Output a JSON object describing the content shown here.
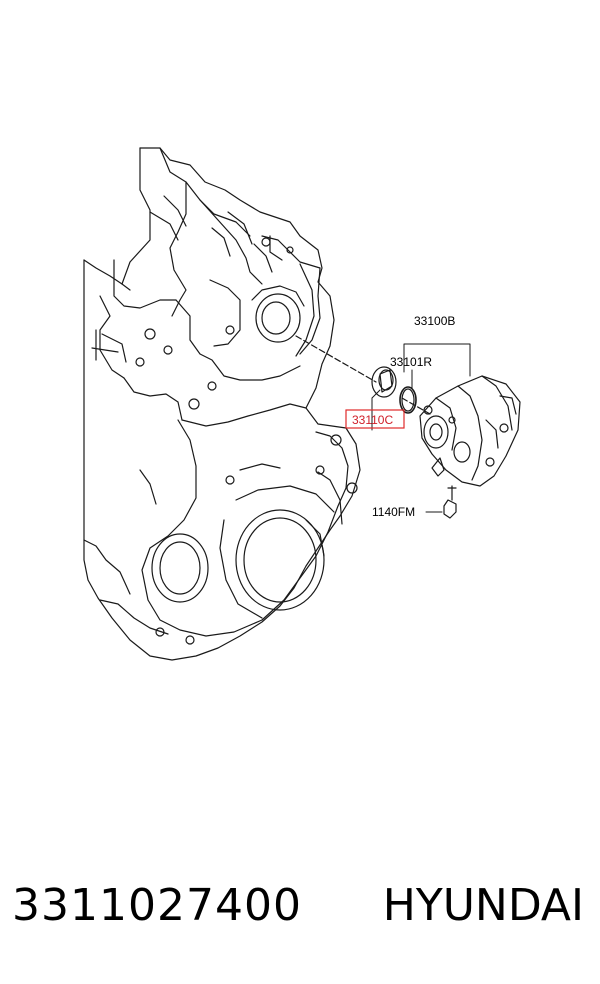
{
  "diagram": {
    "callouts": {
      "pump_assembly": "33100B",
      "o_ring": "33101R",
      "coupling_highlighted": "33110C",
      "bolt": "1140FM"
    },
    "highlight_color": "#e02a2a"
  },
  "footer": {
    "part_number": "3311027400",
    "brand": "HYUNDAI"
  }
}
